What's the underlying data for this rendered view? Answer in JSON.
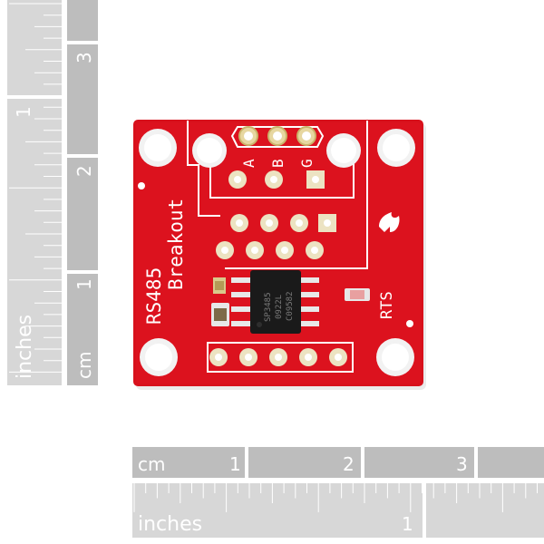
{
  "rulers": {
    "vertical": {
      "cm_label": "cm",
      "inches_label": "inches",
      "cm_numbers": [
        "1",
        "2",
        "3"
      ],
      "inch_numbers": [
        "1"
      ]
    },
    "horizontal": {
      "cm_label": "cm",
      "inches_label": "inches",
      "cm_numbers": [
        "1",
        "2",
        "3"
      ],
      "inch_numbers": [
        "1"
      ]
    }
  },
  "board": {
    "title_line1": "RS485",
    "title_line2": "Breakout",
    "pin_a": "A",
    "pin_b": "B",
    "pin_g": "G",
    "rts_label": "RTS",
    "chip_line1": "SP3485",
    "chip_line2": "0922L",
    "chip_line3": "C09582",
    "colors": {
      "pcb": "#d8111c",
      "silk": "#ffffff",
      "chip": "#1a1a1a",
      "ruler_gray": "#c8c8c8",
      "ruler_light": "#e6e6e6"
    }
  }
}
